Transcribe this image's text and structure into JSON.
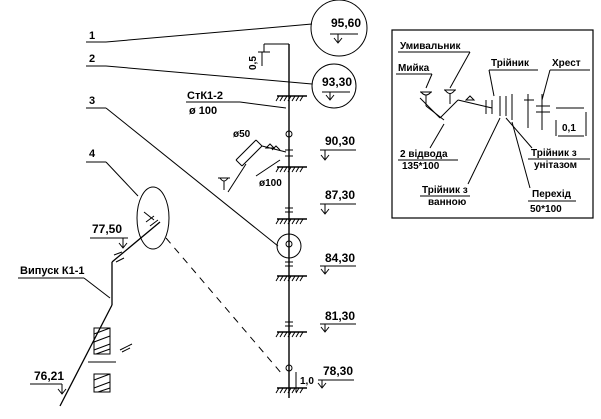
{
  "callouts": [
    "1",
    "2",
    "3",
    "4"
  ],
  "riser_label": "СтК1-2",
  "riser_diameter": "ø 100",
  "vent_dim": "0,5",
  "marks": {
    "top1": "95,60",
    "top2": "93,30",
    "floor1": "90,30",
    "floor2": "87,30",
    "floor3": "84,30",
    "floor4": "81,30",
    "floor5": "78,30",
    "outlet_top": "77,50",
    "outlet_bottom": "76,21"
  },
  "branch_d50": "ø50",
  "branch_d100": "ø100",
  "bottom_dim": "1,0",
  "outlet_label": "Випуск К1-1",
  "legend": {
    "washbasin": "Умивальник",
    "sink": "Мийка",
    "tee1": "Трійник",
    "cross": "Хрест",
    "two_bends_line1": "2 відвода",
    "two_bends_line2": "135*100",
    "tee_wc_line1": "Трійник з",
    "tee_wc_line2": "унітазом",
    "tee_bath_line1": "Трійник з",
    "tee_bath_line2": "ванною",
    "reducer_line1": "Перехід",
    "reducer_line2": "50*100",
    "scale_dim": "0,1"
  }
}
